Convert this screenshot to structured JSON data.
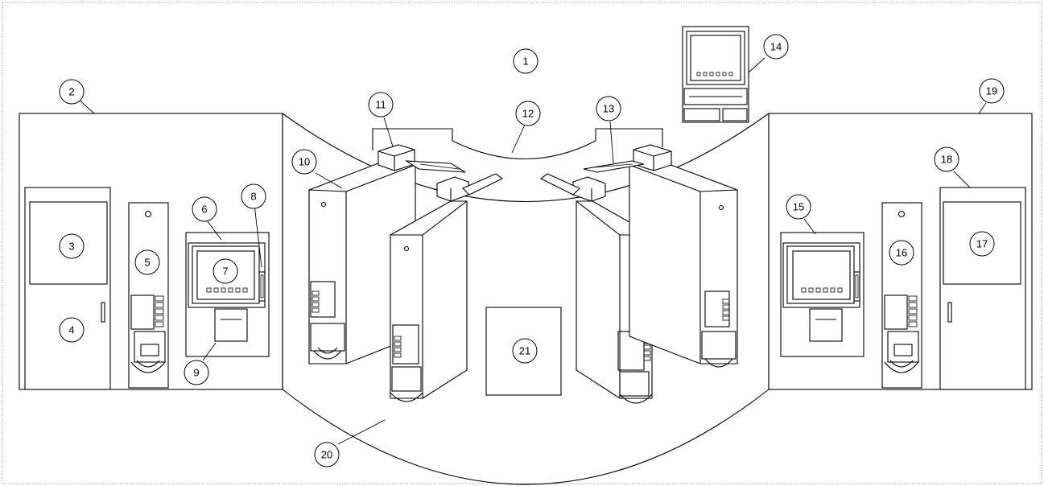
{
  "callouts": [
    {
      "id": "callout-1",
      "label": "1"
    },
    {
      "id": "callout-2",
      "label": "2"
    },
    {
      "id": "callout-3",
      "label": "3"
    },
    {
      "id": "callout-4",
      "label": "4"
    },
    {
      "id": "callout-5",
      "label": "5"
    },
    {
      "id": "callout-6",
      "label": "6"
    },
    {
      "id": "callout-7",
      "label": "7"
    },
    {
      "id": "callout-8",
      "label": "8"
    },
    {
      "id": "callout-9",
      "label": "9"
    },
    {
      "id": "callout-10",
      "label": "10"
    },
    {
      "id": "callout-11",
      "label": "11"
    },
    {
      "id": "callout-12",
      "label": "12"
    },
    {
      "id": "callout-13",
      "label": "13"
    },
    {
      "id": "callout-14",
      "label": "14"
    },
    {
      "id": "callout-15",
      "label": "15"
    },
    {
      "id": "callout-16",
      "label": "16"
    },
    {
      "id": "callout-17",
      "label": "17"
    },
    {
      "id": "callout-18",
      "label": "18"
    },
    {
      "id": "callout-19",
      "label": "19"
    },
    {
      "id": "callout-20",
      "label": "20"
    },
    {
      "id": "callout-21",
      "label": "21"
    }
  ]
}
